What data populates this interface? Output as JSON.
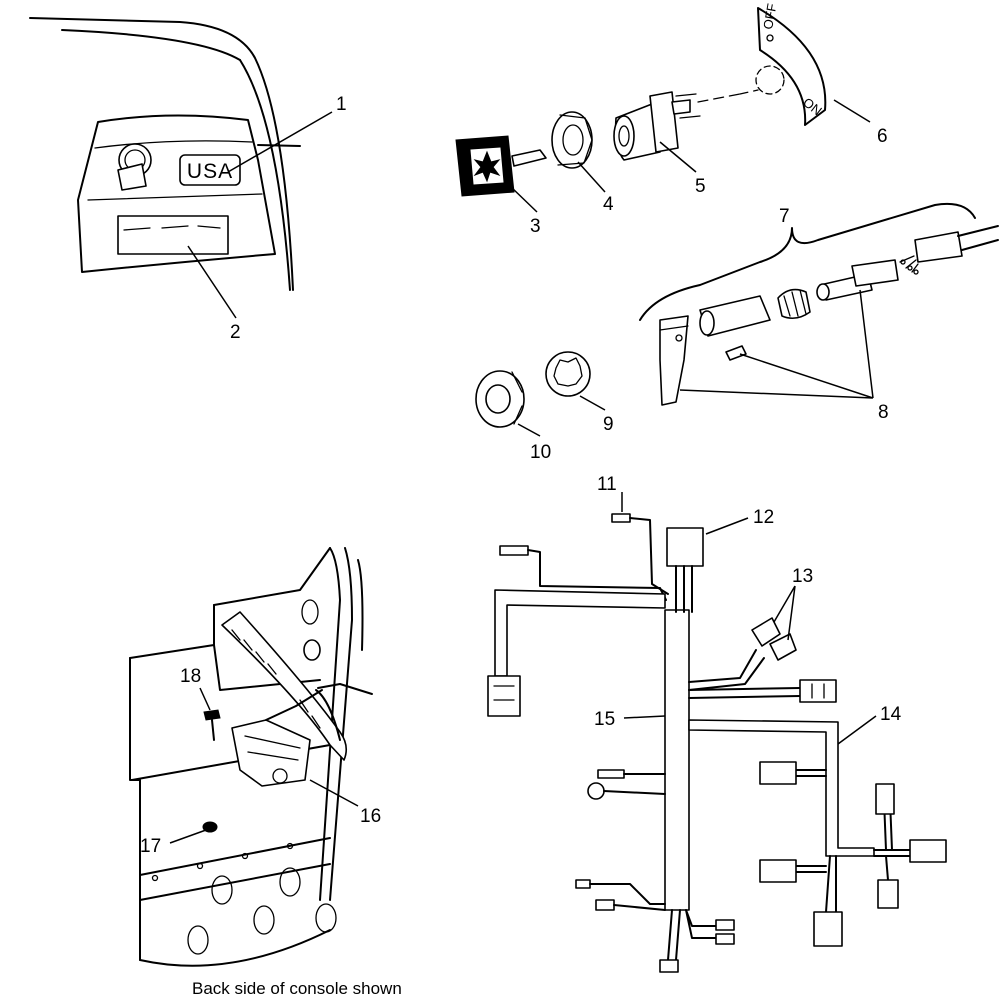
{
  "callouts": {
    "c1": "1",
    "c2": "2",
    "c3": "3",
    "c4": "4",
    "c5": "5",
    "c6": "6",
    "c7": "7",
    "c8": "8",
    "c9": "9",
    "c10": "10",
    "c11": "11",
    "c12": "12",
    "c13": "13",
    "c14": "14",
    "c15": "15",
    "c16": "16",
    "c17": "17",
    "c18": "18"
  },
  "labels": {
    "usa": "USA",
    "off": "OFF",
    "on": "ON",
    "console_caption": "Back side of console shown"
  }
}
